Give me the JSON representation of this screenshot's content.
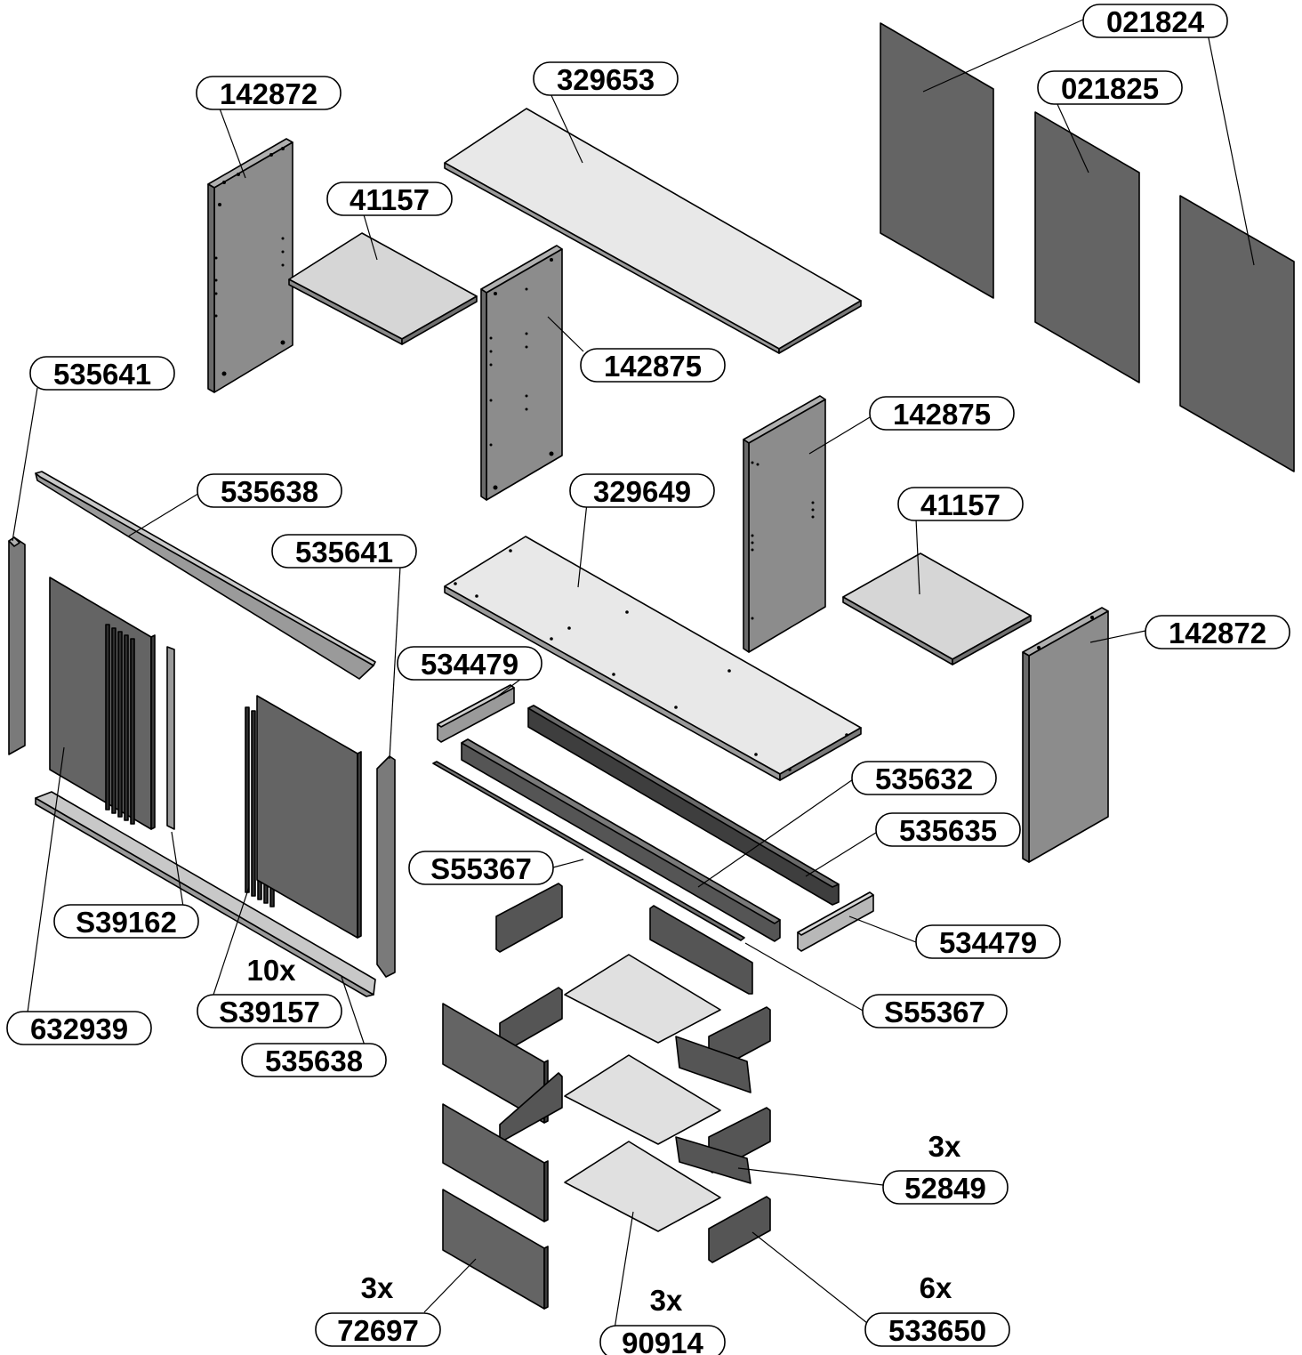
{
  "title": "",
  "colors": {
    "panel_dark": "#646464",
    "panel_mid": "#8c8c8c",
    "panel_light": "#e6e6e6",
    "panel_side": "#9a9a9a",
    "outline": "#000000",
    "background": "#ffffff"
  },
  "labels": {
    "l021824": "021824",
    "l021825": "021825",
    "l329653": "329653",
    "l142872_a": "142872",
    "l41157_a": "41157",
    "l142875_a": "142875",
    "l535641_a": "535641",
    "l535638_a": "535638",
    "l535641_b": "535641",
    "l329649": "329649",
    "l142875_b": "142875",
    "l41157_b": "41157",
    "l142872_b": "142872",
    "l534479_a": "534479",
    "l535632": "535632",
    "l535635": "535635",
    "l534479_b": "534479",
    "lS55367_a": "S55367",
    "lS55367_b": "S55367",
    "lS39162": "S39162",
    "lS39157": "S39157",
    "l632939": "632939",
    "l535638_b": "535638",
    "l52849": "52849",
    "l72697": "72697",
    "l90914": "90914",
    "l533650": "533650"
  },
  "quantities": {
    "q_S39157": "10x",
    "q_52849": "3x",
    "q_72697": "3x",
    "q_90914": "3x",
    "q_533650": "6x"
  }
}
